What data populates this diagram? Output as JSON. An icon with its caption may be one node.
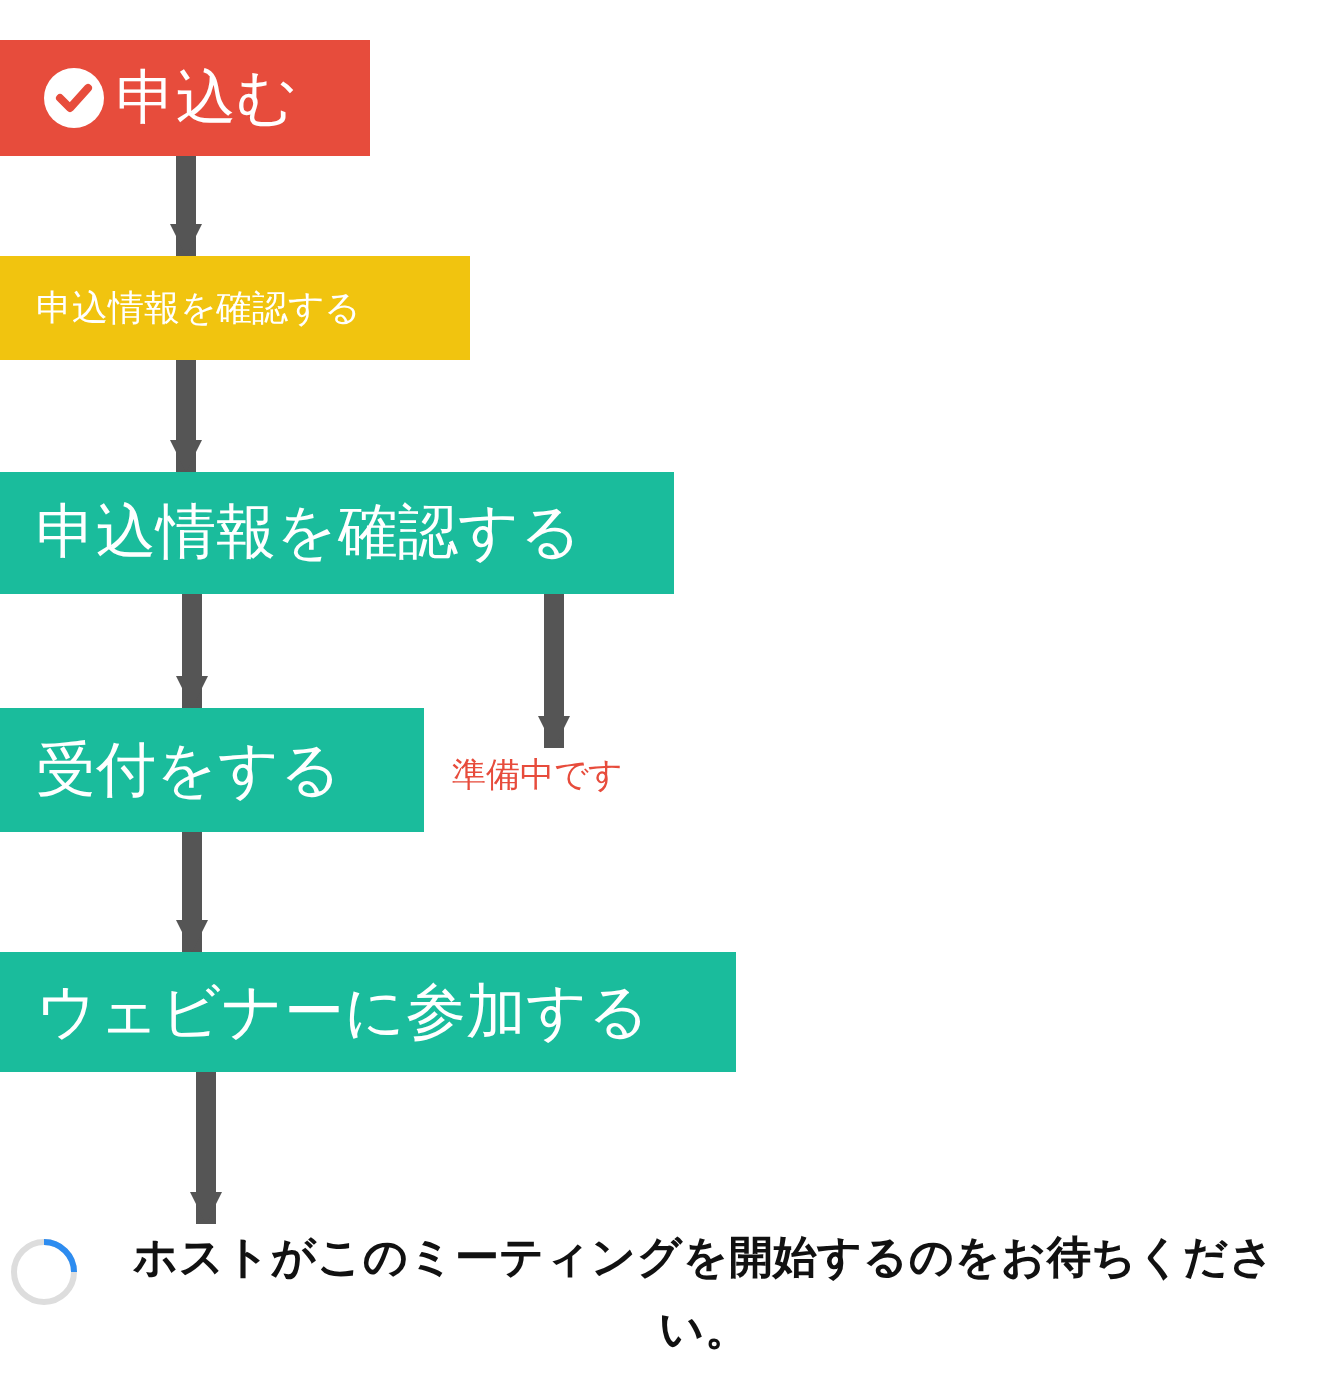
{
  "diagram": {
    "nodes": [
      {
        "text": [
          "申込む"
        ]
      },
      {
        "text": [
          "申込情報を確認する"
        ]
      },
      {
        "text": [
          "申込情報を確認する"
        ]
      },
      {
        "text": [
          "受付をする"
        ]
      },
      {
        "text": [
          "準備中です"
        ]
      },
      {
        "text": [
          "ウェビナーに参加する"
        ]
      },
      {
        "text": [
          "ホストがこのミーティングを開始するのをお待ちください。"
        ]
      }
    ],
    "edges": [
      {
        "from": 0,
        "to": 1,
        "arrow": "to"
      },
      {
        "from": 1,
        "to": 2,
        "arrow": "to"
      },
      {
        "from": 2,
        "to": 3,
        "arrow": "to"
      },
      {
        "from": 2,
        "to": 4,
        "arrow": "to"
      },
      {
        "from": 3,
        "to": 5,
        "arrow": "to"
      },
      {
        "from": 5,
        "to": 6,
        "arrow": "to"
      }
    ]
  }
}
